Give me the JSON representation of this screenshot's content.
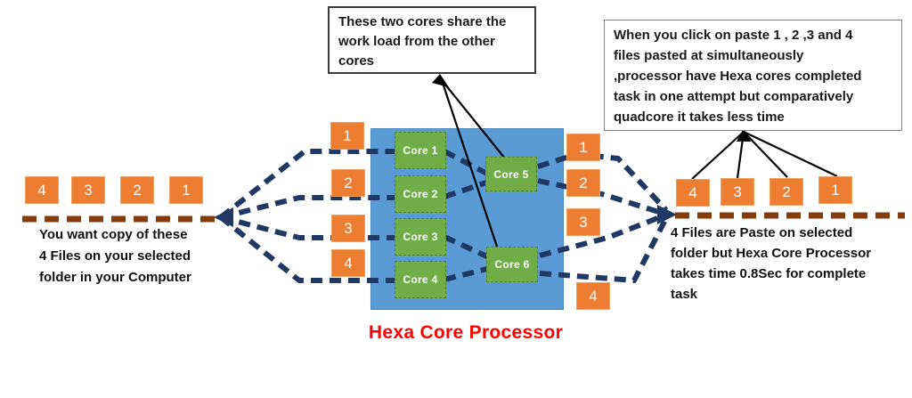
{
  "title": {
    "text": "Hexa Core Processor"
  },
  "callouts": {
    "shared_cores": {
      "lines": [
        "These two cores share the",
        "work load from the other",
        "cores"
      ]
    },
    "paste_explain": {
      "lines": [
        "When you click on paste 1 , 2 ,3 and 4",
        "files pasted at simultaneously",
        ",processor have Hexa cores completed",
        "task in one attempt but comparatively",
        "quadcore it takes less time"
      ]
    }
  },
  "notes": {
    "copy_source": {
      "lines": [
        "You want copy of these",
        "4 Files on your  selected",
        "folder in your Computer"
      ]
    },
    "paste_result": {
      "lines": [
        "4 Files are Paste on  selected",
        "folder but Hexa Core Processor",
        "takes time 0.8Sec for complete",
        "task"
      ]
    }
  },
  "files": {
    "source": [
      "4",
      "3",
      "2",
      "1"
    ],
    "input": [
      "1",
      "2",
      "3",
      "4"
    ],
    "output": [
      "1",
      "2",
      "3",
      "4"
    ],
    "pasted": [
      "4",
      "3",
      "2",
      "1"
    ]
  },
  "cores": [
    "Core 1",
    "Core 2",
    "Core 3",
    "Core 4",
    "Core 5",
    "Core 6"
  ],
  "colors": {
    "file_box": "#ED7D31",
    "processor_box": "#5B9BD5",
    "core_box": "#70AD47",
    "connector_dash": "#1F3864",
    "path_dash": "#843C0C",
    "callout_pointer": "#000000",
    "title_text": "#FF0000"
  }
}
